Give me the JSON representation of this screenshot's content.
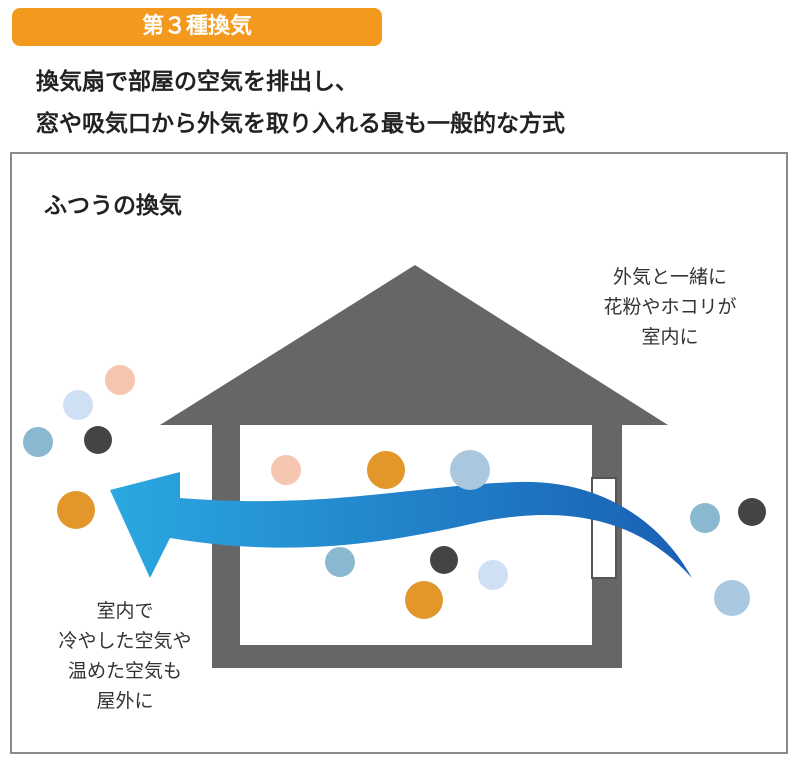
{
  "header": {
    "badge": "第３種換気",
    "lines": [
      "換気扇で部屋の空気を排出し、",
      "窓や吸気口から外気を取り入れる最も一般的な方式"
    ]
  },
  "diagram": {
    "title": "ふつうの換気",
    "right_note": [
      "外気と一緒に",
      "花粉やホコリが",
      "室内に"
    ],
    "left_note": [
      "室内で",
      "冷やした空気や",
      "温めた空気も",
      "屋外に"
    ],
    "colors": {
      "accent": "#f39a1e",
      "house": "#666666",
      "arrow_start": "#1a5fb4",
      "arrow_end": "#2aa8e0"
    }
  }
}
